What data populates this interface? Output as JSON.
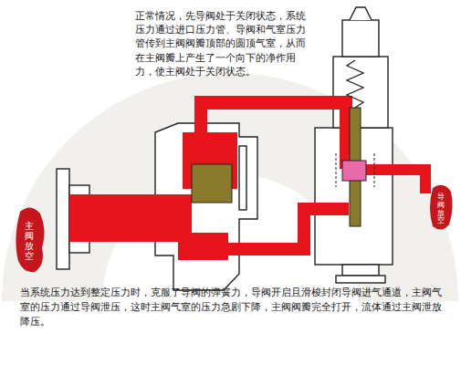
{
  "diagram": {
    "labels": [
      "正常情况，先导阀处于关闭状态，系统压力通过进口压力管、导阀和气室压力管传到主阀阀瓣顶部的圆顶气室，从而在主阀瓣上产生了一个向下的净作用力，使主阀处于关闭状态。",
      "当系统压力达到整定压力时，克服了导阀的弹簧力，导阀开启且滑梭封闭导阀进气通道，主阀气室的压力通过导阀泄压，这时主阀气室的压力急剧下降，主阀阀瓣完全打开，流体通过主阀泄放降压。",
      "主阀放空",
      "导阀放空"
    ]
  }
}
